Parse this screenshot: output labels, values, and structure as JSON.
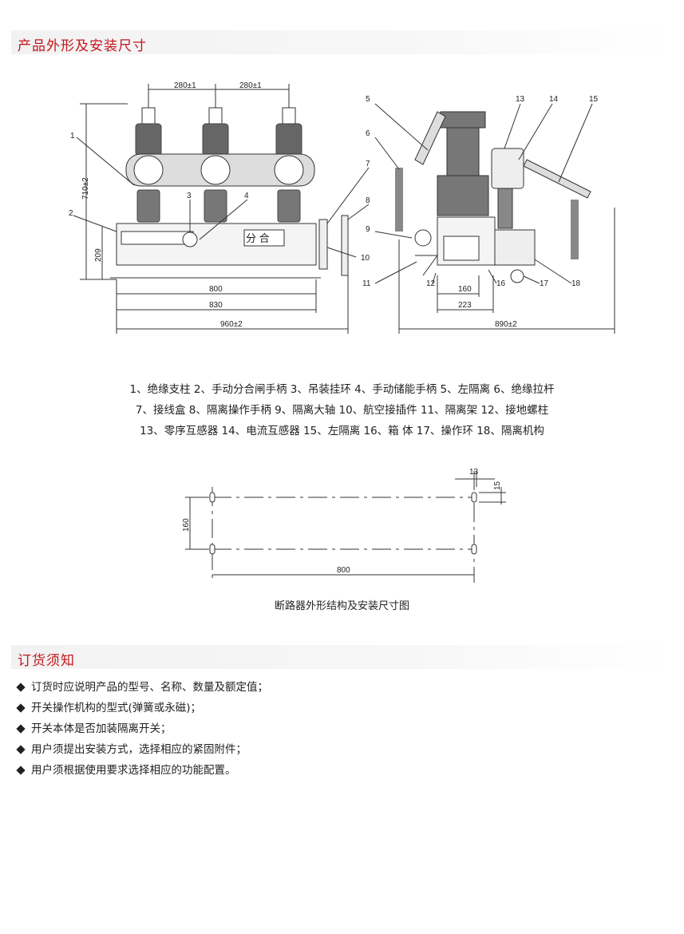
{
  "section1": {
    "title": "产品外形及安装尺寸"
  },
  "front_view": {
    "dims": [
      "280±1",
      "280±1",
      "710±2",
      "209",
      "800",
      "830",
      "960±2"
    ],
    "callouts": [
      "1",
      "2",
      "3",
      "4",
      "7",
      "8",
      "10"
    ],
    "panel_text": "分 合"
  },
  "side_view": {
    "dims": [
      "160",
      "223",
      "890±2"
    ],
    "callouts": [
      "5",
      "6",
      "13",
      "14",
      "15",
      "9",
      "11",
      "12",
      "16",
      "17",
      "18"
    ]
  },
  "legend": [
    "1、绝缘支柱 2、手动分合闸手柄 3、吊装挂环 4、手动储能手柄 5、左隔离 6、绝缘拉杆",
    "7、接线盒 8、隔离操作手柄 9、隔离大轴 10、航空接插件 11、隔离架 12、接地螺柱",
    "13、零序互感器 14、电流互感器 15、左隔离 16、箱 体 17、操作环 18、隔离机构"
  ],
  "mount_plan": {
    "dims": [
      "13",
      "15",
      "160",
      "800"
    ]
  },
  "caption": "断路器外形结构及安装尺寸图",
  "section2": {
    "title": "订货须知"
  },
  "notes": [
    "订货时应说明产品的型号、名称、数量及额定值；",
    "开关操作机构的型式(弹簧或永磁)；",
    "开关本体是否加装隔离开关；",
    "用户须提出安装方式，选择相应的紧固附件；",
    "用户须根据使用要求选择相应的功能配置。"
  ]
}
